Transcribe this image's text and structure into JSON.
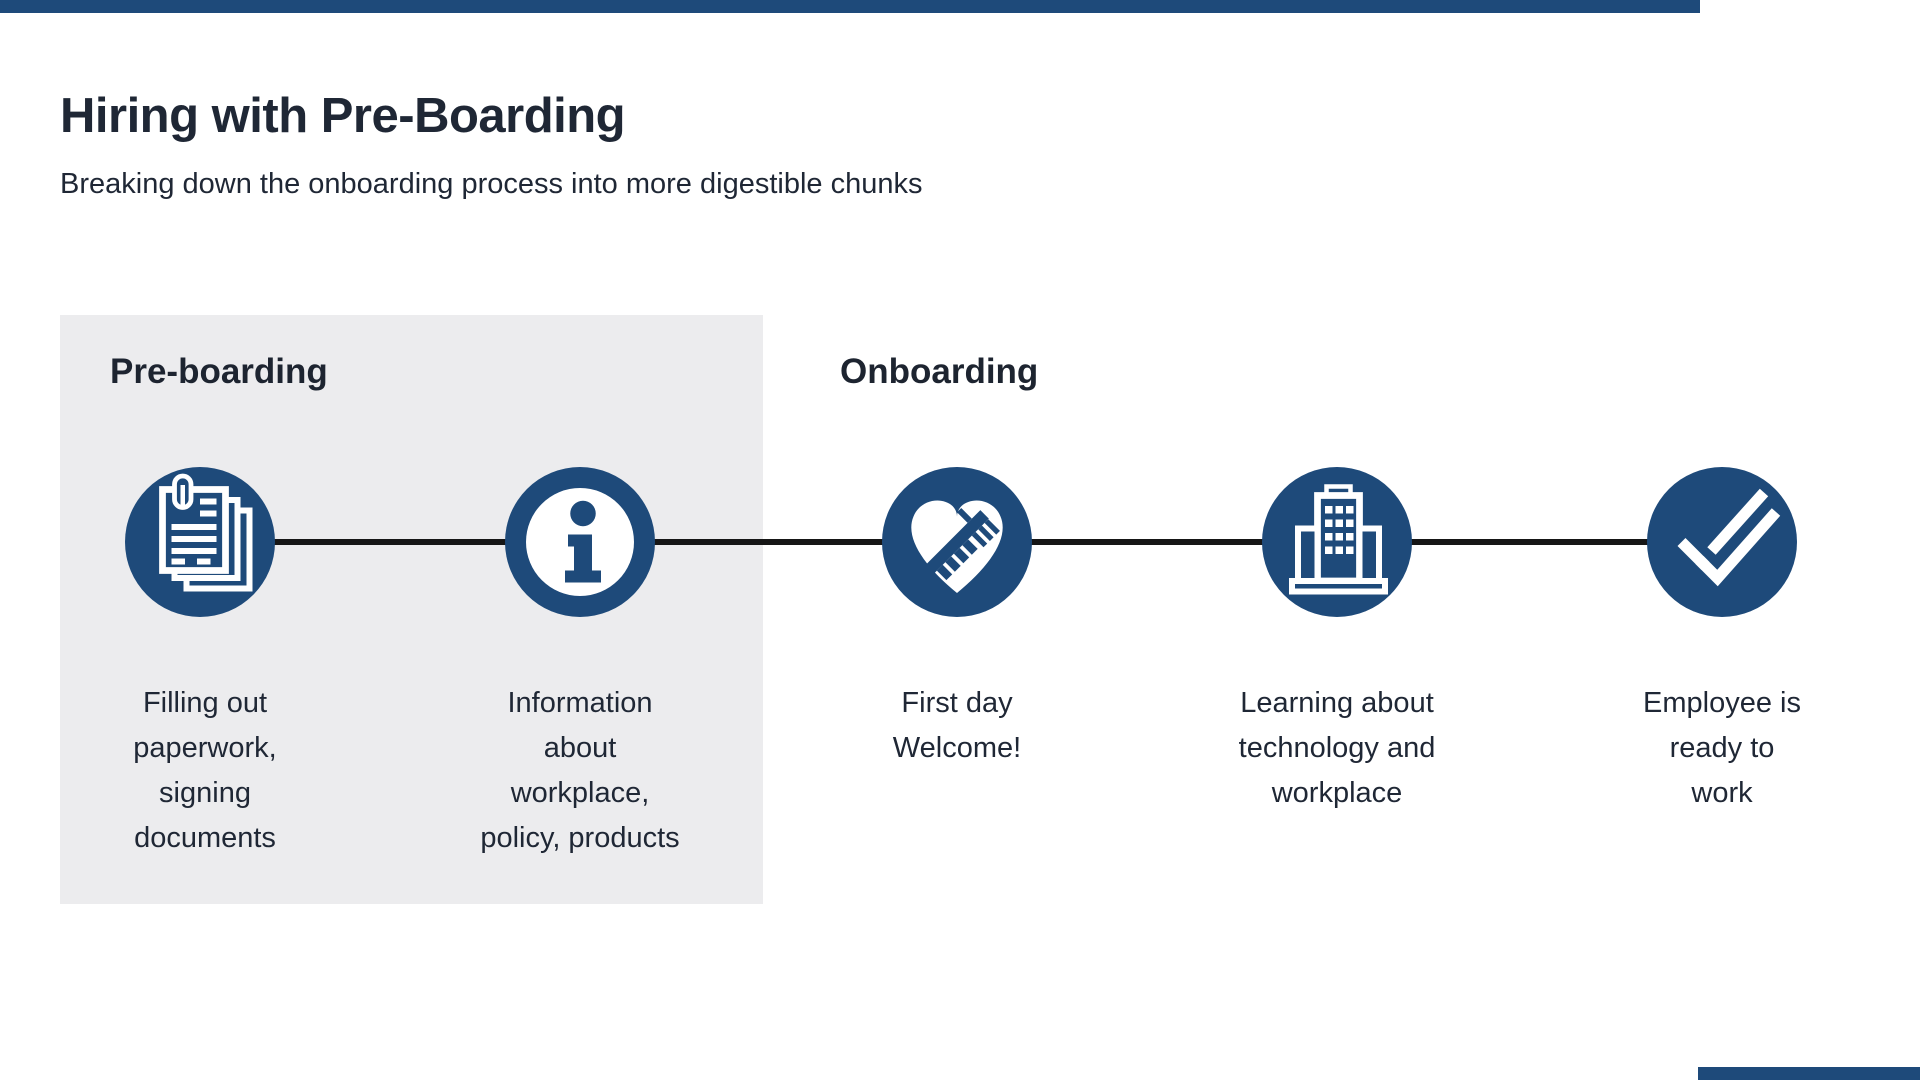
{
  "header": {
    "title": "Hiring with Pre-Boarding",
    "subtitle": "Breaking down the onboarding process into more digestible chunks"
  },
  "sections": [
    {
      "label": "Pre-boarding"
    },
    {
      "label": "Onboarding"
    }
  ],
  "steps": [
    {
      "icon": "documents-paperclip-icon",
      "caption": "Filling out\npaperwork,\nsigning\ndocuments"
    },
    {
      "icon": "info-icon",
      "caption": "Information\nabout\nworkplace,\npolicy, products"
    },
    {
      "icon": "handshake-heart-icon",
      "caption": "First day\nWelcome!"
    },
    {
      "icon": "office-building-icon",
      "caption": "Learning about\ntechnology and\nworkplace"
    },
    {
      "icon": "double-checkmark-icon",
      "caption": "Employee is\nready to\nwork"
    }
  ],
  "colors": {
    "accent_blue": "#1e4a7a",
    "panel_gray": "#ececee",
    "text_dark": "#1f2735",
    "timeline_black": "#161616"
  }
}
